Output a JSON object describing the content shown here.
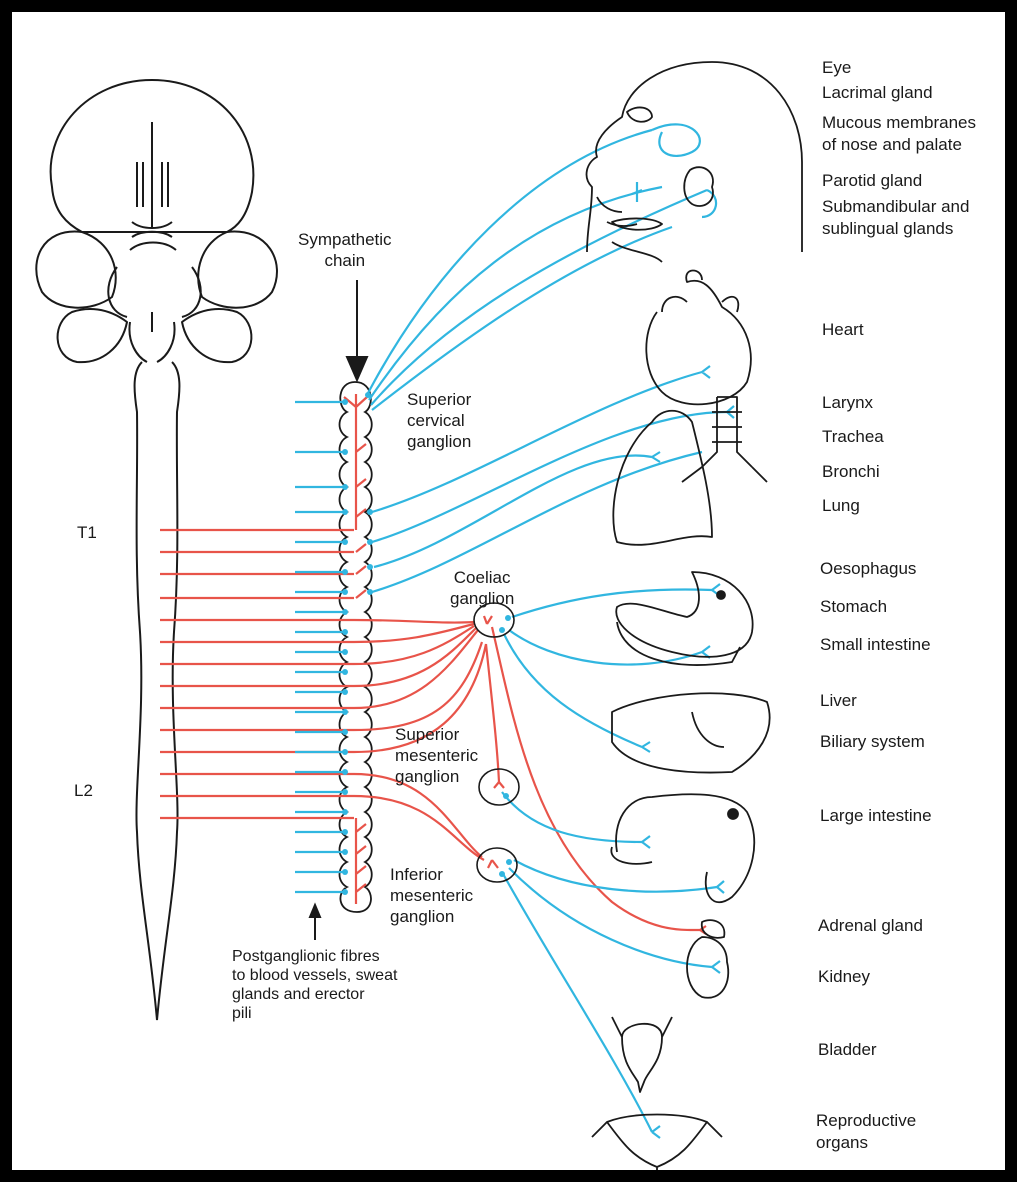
{
  "colors": {
    "preganglionic": "#e8544a",
    "postganglionic": "#31b6e0",
    "outline": "#1a1a1a",
    "border": "#000000",
    "background": "#ffffff"
  },
  "labels": {
    "sympathetic_chain": "Sympathetic\nchain",
    "superior_cervical_ganglion": "Superior\ncervical\nganglion",
    "coeliac_ganglion": "Coeliac\nganglion",
    "superior_mesenteric_ganglion": "Superior\nmesenteric\nganglion",
    "inferior_mesenteric_ganglion": "Inferior\nmesenteric\nganglion",
    "t1": "T1",
    "l2": "L2",
    "postganglionic_note": "Postganglionic fibres\nto blood vessels, sweat\nglands and erector\npili"
  },
  "targets": [
    {
      "id": "eye",
      "label": "Eye"
    },
    {
      "id": "lacrimal",
      "label": "Lacrimal gland"
    },
    {
      "id": "mucous",
      "label": "Mucous membranes\nof nose and palate"
    },
    {
      "id": "parotid",
      "label": "Parotid gland"
    },
    {
      "id": "submandibular",
      "label": "Submandibular and\nsublingual glands"
    },
    {
      "id": "heart",
      "label": "Heart"
    },
    {
      "id": "larynx",
      "label": "Larynx"
    },
    {
      "id": "trachea",
      "label": "Trachea"
    },
    {
      "id": "bronchi",
      "label": "Bronchi"
    },
    {
      "id": "lung",
      "label": "Lung"
    },
    {
      "id": "oesophagus",
      "label": "Oesophagus"
    },
    {
      "id": "stomach",
      "label": "Stomach"
    },
    {
      "id": "small-intestine",
      "label": "Small intestine"
    },
    {
      "id": "liver",
      "label": "Liver"
    },
    {
      "id": "biliary",
      "label": "Biliary system"
    },
    {
      "id": "large-intestine",
      "label": "Large intestine"
    },
    {
      "id": "adrenal",
      "label": "Adrenal gland"
    },
    {
      "id": "kidney",
      "label": "Kidney"
    },
    {
      "id": "bladder",
      "label": "Bladder"
    },
    {
      "id": "reproductive",
      "label": "Reproductive\norgans"
    }
  ]
}
